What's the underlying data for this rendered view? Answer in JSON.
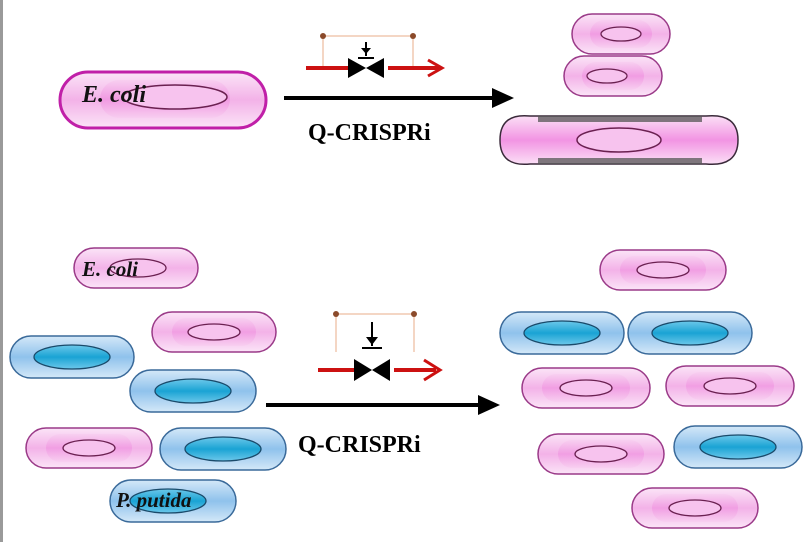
{
  "top_panel": {
    "organism_label": "E. coli",
    "method_label": "Q-CRISPRi"
  },
  "bottom_panel": {
    "organism_label_pink": "E. coli",
    "organism_label_blue": "P. putida",
    "method_label": "Q-CRISPRi"
  },
  "colors": {
    "ecoli_outer": "#f5c8ee",
    "ecoli_inner": "#f08ae0",
    "putida_outer": "#a6cdef",
    "putida_inner": "#1ba6d6",
    "arrow": "#000000",
    "circuit_red": "#cc1111",
    "circuit_line": "#f0c8b0",
    "circuit_pin": "#8b4a2a"
  }
}
